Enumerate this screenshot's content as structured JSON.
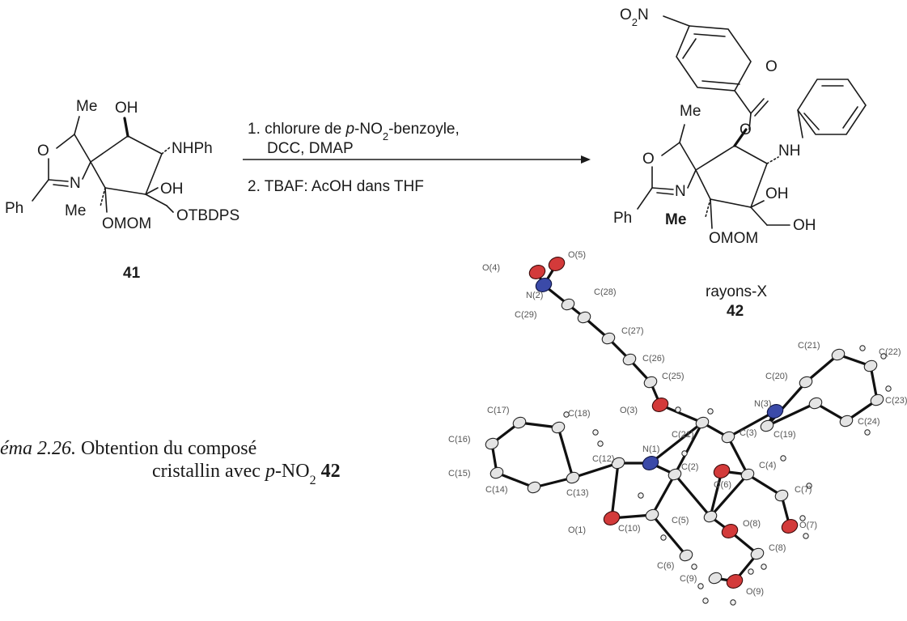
{
  "compound_41": {
    "label": "41",
    "substituents": {
      "me_top": "Me",
      "oh_top": "OH",
      "nhph": "NHPh",
      "oh_right": "OH",
      "o_ring": "O",
      "n_ring": "N",
      "ph": "Ph",
      "me_bottom": "Me",
      "omom": "OMOM",
      "otbdps": "OTBDPS"
    }
  },
  "reaction": {
    "step1_line1_prefix": "1. chlorure de ",
    "step1_line1_italic": "p",
    "step1_line1_mid": "-NO",
    "step1_line1_sub": "2",
    "step1_line1_suffix": "-benzoyle,",
    "step1_line2": "DCC, DMAP",
    "step2": "2. TBAF: AcOH dans THF"
  },
  "compound_42": {
    "label": "42",
    "method": "rayons-X",
    "substituents": {
      "no2_o": "O",
      "no2_sub": "2",
      "no2_n": "N",
      "ester_o": "O",
      "ester_o2": "O",
      "me_top": "Me",
      "nh": "NH",
      "oh_right": "OH",
      "o_ring": "O",
      "n_ring": "N",
      "ph": "Ph",
      "me_bottom": "Me",
      "ch2oh": "OH",
      "omom": "OMOM"
    }
  },
  "caption": {
    "prefix": "éma 2.26.",
    "line1": " Obtention du composé",
    "line2_prefix": "cristallin avec ",
    "line2_italic": "p",
    "line2_mid": "-NO",
    "line2_sub": "2",
    "line2_suffix": " ",
    "line2_num": "42"
  },
  "crystal_labels": {
    "o4": "O(4)",
    "o5": "O(5)",
    "n2": "N(2)",
    "c28": "C(28)",
    "c29": "C(29)",
    "c27": "C(27)",
    "c26": "C(26)",
    "c25": "C(25)",
    "c21": "C(21)",
    "c22": "C(22)",
    "c20": "C(20)",
    "c23": "C(23)",
    "c24": "C(24)",
    "o3": "O(3)",
    "c19": "C(19)",
    "n3": "N(3)",
    "c17": "C(17)",
    "c18": "C(18)",
    "c16": "C(16)",
    "c12": "C(12)",
    "n1": "N(1)",
    "c1": "C(1)",
    "c2": "C(2)",
    "c3": "C(3)",
    "c4": "C(4)",
    "c15": "C(15)",
    "c14": "C(14)",
    "c13": "C(13)",
    "o6": "O(6)",
    "c7": "C(7)",
    "o1": "O(1)",
    "c10": "C(10)",
    "c5": "C(5)",
    "o8": "O(8)",
    "o7": "O(7)",
    "c6": "C(6)",
    "c8": "C(8)",
    "c9": "C(9)",
    "o9": "O(9)"
  },
  "colors": {
    "oxygen": "#d33a3a",
    "nitrogen": "#3b4aa8",
    "carbon": "#e4e4e4"
  }
}
